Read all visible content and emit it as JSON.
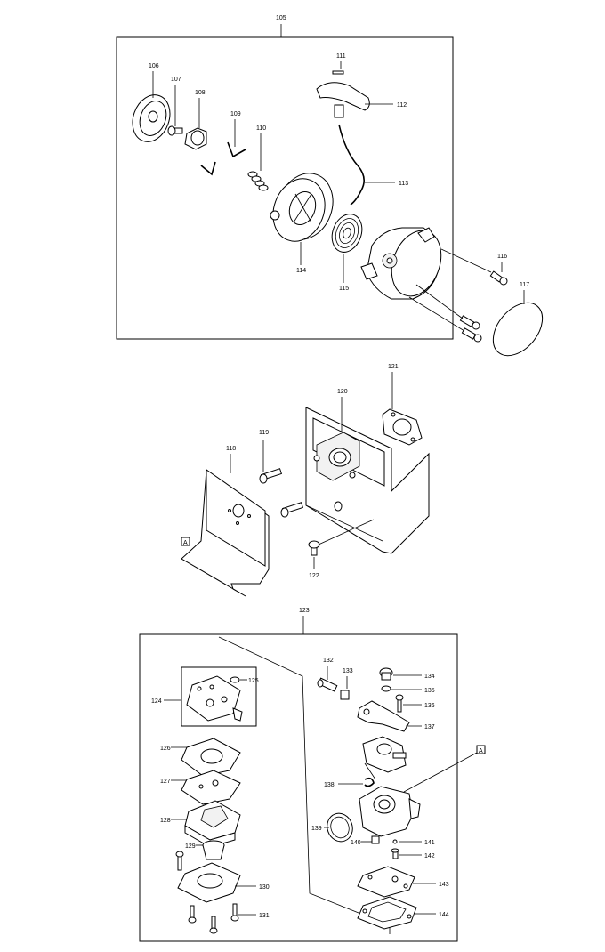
{
  "labels": {
    "p105": "105",
    "p106": "106",
    "p107": "107",
    "p108": "108",
    "p109": "109",
    "p110": "110",
    "p111": "111",
    "p112": "112",
    "p113": "113",
    "p114": "114",
    "p115": "115",
    "p116": "116",
    "p117": "117",
    "p118": "118",
    "p119": "119",
    "p120": "120",
    "p121": "121",
    "p122": "122",
    "p123": "123",
    "p124": "124",
    "p125": "125",
    "p126": "126",
    "p127": "127",
    "p128": "128",
    "p129": "129",
    "p130": "130",
    "p131": "131",
    "p132": "132",
    "p133": "133",
    "p134": "134",
    "p135": "135",
    "p136": "136",
    "p137": "137",
    "p138": "138",
    "p139": "139",
    "p140": "140",
    "p141": "141",
    "p142": "142",
    "p143": "143",
    "p144": "144"
  },
  "markers": {
    "a_left": "A",
    "a_right": "A"
  }
}
